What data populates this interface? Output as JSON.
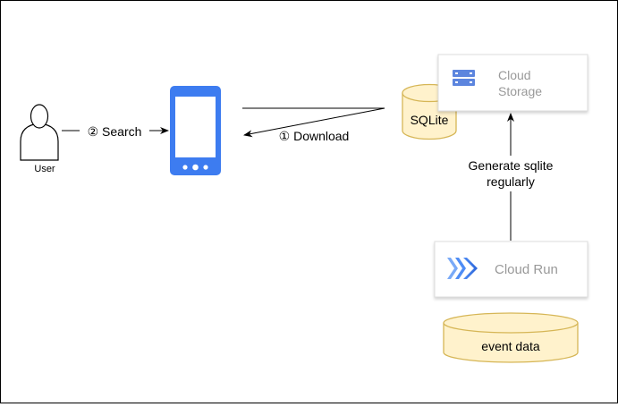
{
  "user": {
    "label": "User"
  },
  "edges": {
    "search_label": "② Search",
    "download_label": "① Download",
    "generate_label_line1": "Generate sqlite",
    "generate_label_line2": "regularly"
  },
  "sqlite": {
    "label": "SQLite",
    "fill": "#fff2cc",
    "stroke": "#d6b656"
  },
  "cloud_storage": {
    "label_line1": "Cloud",
    "label_line2": "Storage",
    "icon": "cloud-storage-icon",
    "text_color": "#999999",
    "icon_color": "#5c85de"
  },
  "cloud_run": {
    "label": "Cloud Run",
    "icon": "cloud-run-icon",
    "text_color": "#999999"
  },
  "event_data": {
    "label": "event data",
    "fill": "#fff2cc",
    "stroke": "#d6b656"
  },
  "phone": {
    "icon": "smartphone-icon",
    "color": "#3d7cf0"
  }
}
